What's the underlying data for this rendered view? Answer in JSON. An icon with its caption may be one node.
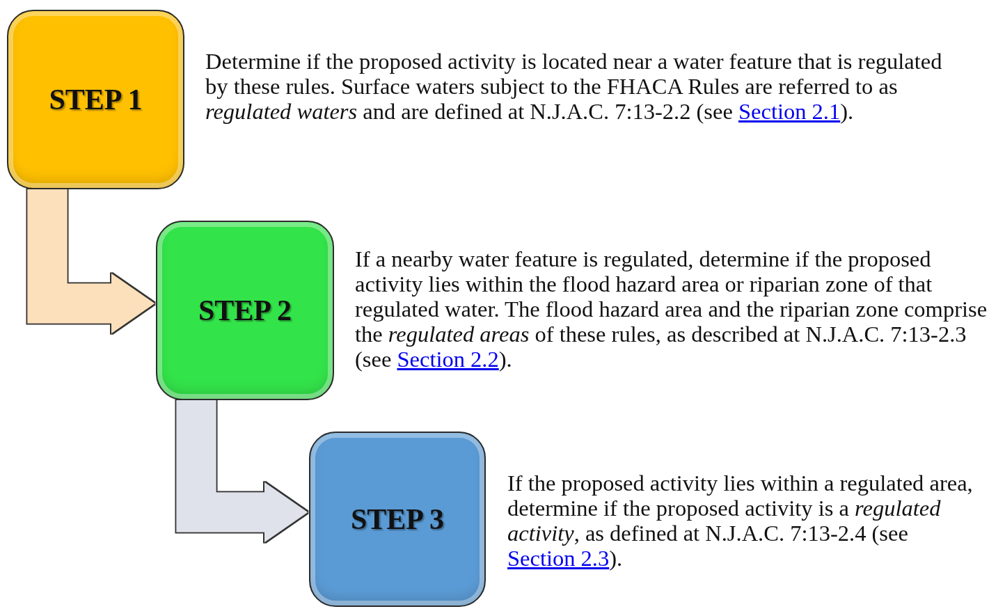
{
  "diagram": {
    "nodes": [
      {
        "text": [
          "STEP 1"
        ],
        "beside": [
          "Determine if the proposed activity is located near a water feature that is regulated by these rules. Surface waters subject to the FHACA Rules are referred to as *regulated waters* and are defined at N.J.A.C. 7:13-2.2 (see",
          "Section 2.1",
          ")."
        ]
      },
      {
        "text": [
          "STEP 2"
        ],
        "beside": [
          "If a nearby water feature is regulated, determine if the proposed activity lies within the flood hazard area or riparian zone of that regulated water. The flood hazard area and the riparian zone comprise the *regulated areas* of these rules, as described at N.J.A.C. 7:13-2.3 (see",
          "Section 2.2",
          ")."
        ]
      },
      {
        "text": [
          "STEP 3"
        ],
        "beside": [
          "If the proposed activity lies within a regulated area, determine if the proposed activity is a *regulated activity*, as defined at N.J.A.C. 7:13-2.4 (see",
          "Section 2.3",
          ")."
        ]
      }
    ],
    "edges": [
      {
        "from": 0,
        "to": 1,
        "arrow": "to",
        "color": "#fbe0bb"
      },
      {
        "from": 1,
        "to": 2,
        "arrow": "to",
        "color": "#dfe2ea"
      }
    ]
  }
}
